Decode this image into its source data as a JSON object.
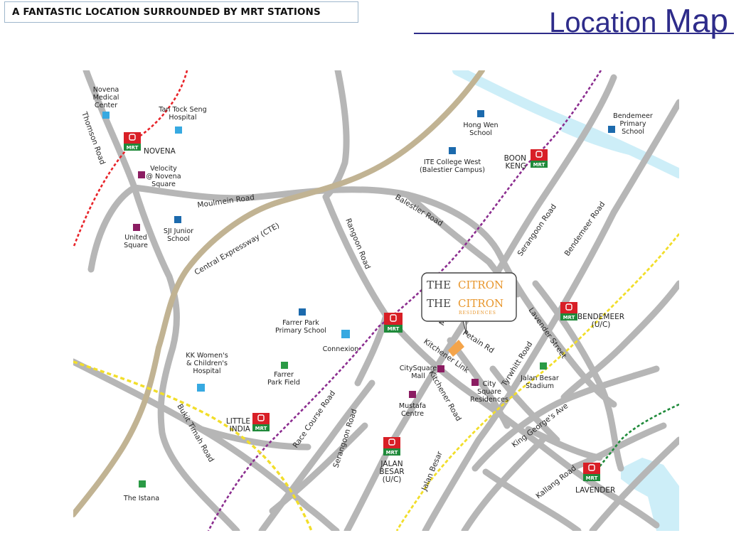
{
  "header": {
    "banner_text": "A FANTASTIC LOCATION SURROUNDED BY MRT STATIONS",
    "title_word1": "Location",
    "title_word2": "Map"
  },
  "colors": {
    "title": "#2e2c8a",
    "road": "#b6b6b6",
    "expressway": "#c1b393",
    "water": "#cdeef8",
    "mrt_red": "#d81f26",
    "mrt_green": "#1f8a3a",
    "line_red": "#e8242a",
    "line_purple": "#8b2d8f",
    "line_yellow": "#f2de2a",
    "line_green": "#1f8a3a",
    "school": "#1c6aad",
    "hospital": "#37a9e1",
    "mall": "#8b1d62",
    "park": "#2a9a45",
    "project": "#f4a44a"
  },
  "project": {
    "line1_the": "THE",
    "line1_name": "CITRON",
    "line2_the": "THE",
    "line2_name": "CITRON",
    "line2_sub": "RESIDENCES"
  },
  "mrt_badge": "MRT",
  "mrt_stations": [
    {
      "id": "novena",
      "name": "NOVENA",
      "name2": ""
    },
    {
      "id": "boon-keng",
      "name": "BOON",
      "name2": "KENG"
    },
    {
      "id": "farrer-park",
      "name": "",
      "name2": ""
    },
    {
      "id": "bendemeer",
      "name": "BENDEMEER",
      "name2": "(U/C)"
    },
    {
      "id": "little-india",
      "name": "LITTLE",
      "name2": "INDIA"
    },
    {
      "id": "jalan-besar",
      "name": "JALAN",
      "name2": "BESAR",
      "name3": "(U/C)"
    },
    {
      "id": "lavender",
      "name": "LAVENDER",
      "name2": ""
    }
  ],
  "places": [
    {
      "id": "novena-medical",
      "type": "hospital",
      "lines": [
        "Novena",
        "Medical",
        "Center"
      ]
    },
    {
      "id": "ttsh",
      "type": "hospital",
      "lines": [
        "Tan Tock Seng",
        "Hospital"
      ]
    },
    {
      "id": "velocity",
      "type": "mall",
      "lines": [
        "Velocity",
        "@ Novena",
        "Square"
      ]
    },
    {
      "id": "united-square",
      "type": "mall",
      "lines": [
        "United",
        "Square"
      ]
    },
    {
      "id": "sji-junior",
      "type": "school",
      "lines": [
        "SJI Junior",
        "School"
      ]
    },
    {
      "id": "hong-wen",
      "type": "school",
      "lines": [
        "Hong Wen",
        "School"
      ]
    },
    {
      "id": "ite-west",
      "type": "school",
      "lines": [
        "ITE College West",
        "(Balestier Campus)"
      ]
    },
    {
      "id": "bendemeer-primary",
      "type": "school",
      "lines": [
        "Bendemeer",
        "Primary",
        "School"
      ]
    },
    {
      "id": "farrer-park-primary",
      "type": "school",
      "lines": [
        "Farrer Park",
        "Primary School"
      ]
    },
    {
      "id": "connexion",
      "type": "hospital",
      "lines": [
        "Connexion"
      ]
    },
    {
      "id": "kkh",
      "type": "hospital",
      "lines": [
        "KK Women's",
        "& Children's",
        "Hospital"
      ]
    },
    {
      "id": "farrer-park-field",
      "type": "park",
      "lines": [
        "Farrer",
        "Park Field"
      ]
    },
    {
      "id": "citysquare-mall",
      "type": "mall",
      "lines": [
        "CitySquare",
        "Mall"
      ]
    },
    {
      "id": "city-square-res",
      "type": "mall",
      "lines": [
        "City",
        "Square",
        "Residences"
      ]
    },
    {
      "id": "jalan-besar-stadium",
      "type": "park",
      "lines": [
        "Jalan Besar",
        "Stadium"
      ]
    },
    {
      "id": "mustafa",
      "type": "mall",
      "lines": [
        "Mustafa",
        "Centre"
      ]
    },
    {
      "id": "istana",
      "type": "park",
      "lines": [
        "The Istana"
      ]
    }
  ],
  "roads": {
    "thomson": "Thomson Road",
    "moulmein": "Moulmein Road",
    "cte": "Central Expressway (CTE)",
    "balestier": "Balestier Road",
    "rangoon": "Rangoon Road",
    "serangoon_n": "Serangoon Road",
    "bendemeer": "Bendemeer Road",
    "lavender_st": "Lavender Street",
    "tyrwhitt": "Tyrwhitt Road",
    "king_george": "King George's Ave",
    "jalan_besar": "Jalan Besar",
    "serangoon_s": "Serangoon Road",
    "race_course": "Race Course Road",
    "bukit_timah": "Bukit Timah Road",
    "kitchener": "Kitchener Road",
    "kitchener_link": "Kitchener Link",
    "petain": "Petain Rd",
    "marne": "Marne Rd",
    "kallang": "Kallang Road"
  }
}
